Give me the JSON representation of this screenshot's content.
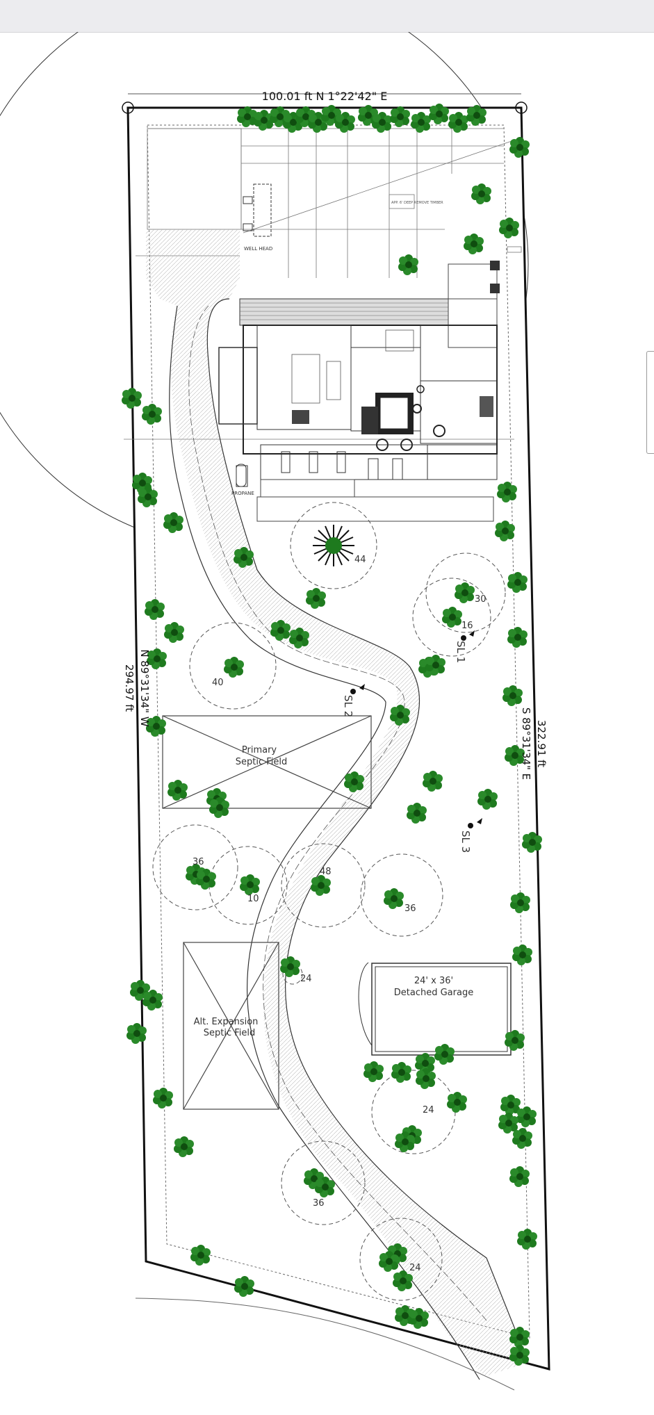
{
  "viewer": {
    "toolbar_label": ""
  },
  "boundary": {
    "north": "100.01 ft  N 1°22'42\" E",
    "west_length": "294.97 ft",
    "west_bearing": "N 89°31'34\" W",
    "east_length": "322.91 ft",
    "east_bearing": "S 89°31'34\" E"
  },
  "house": {
    "well": "WELL HEAD",
    "propane": "PROPANE",
    "note": "APP. 6' DEEP REMOVE TIMBER"
  },
  "features": {
    "primary_septic": [
      "Primary",
      "Septic Field"
    ],
    "alt_septic": [
      "Alt. Expansion",
      "Septic Field"
    ],
    "garage": [
      "24' x 36'",
      "Detached Garage"
    ]
  },
  "survey_points": [
    "SL 1",
    "SL 2",
    "SL 3"
  ],
  "tree_sizes": [
    "44",
    "30",
    "16",
    "40",
    "36",
    "10",
    "48",
    "36",
    "24",
    "24",
    "36",
    "24"
  ],
  "colors": {
    "line": "#1a1a1a",
    "tree": "#1e7a1e",
    "tree_dark": "#0f4d0f",
    "drive": "#f2f2f2",
    "septic": "#444444"
  },
  "icons": [
    "tree-icon",
    "compass-circle-icon",
    "survey-flag-icon"
  ]
}
